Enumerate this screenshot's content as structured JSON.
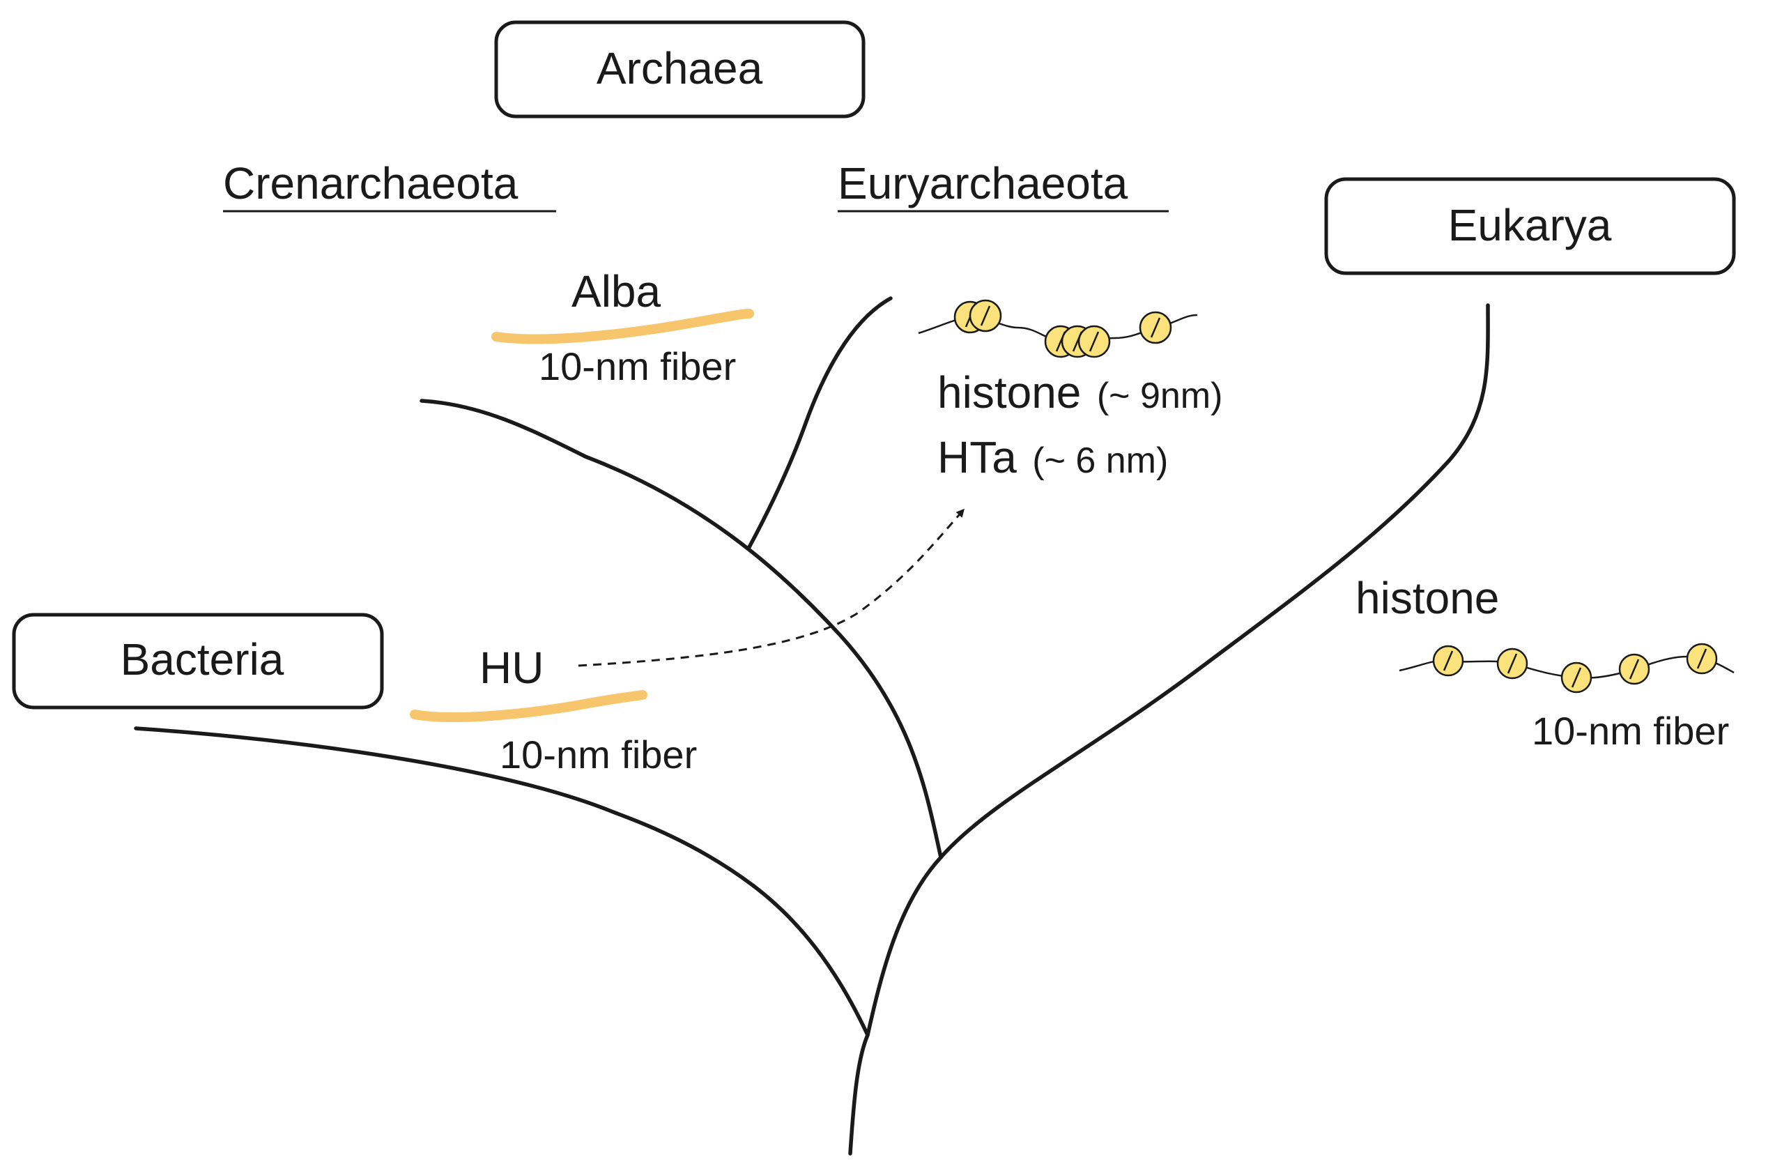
{
  "domains": {
    "archaea": "Archaea",
    "eukarya": "Eukarya",
    "bacteria": "Bacteria"
  },
  "phyla": {
    "crenarchaeota": "Crenarchaeota",
    "euryarchaeota": "Euryarchaeota"
  },
  "proteins": {
    "alba": {
      "name": "Alba",
      "fiber": "10-nm fiber"
    },
    "hu": {
      "name": "HU",
      "fiber": "10-nm fiber"
    },
    "archaeal_histone": {
      "name": "histone",
      "size": "(~ 9nm)"
    },
    "hta": {
      "name": "HTa",
      "size": "(~ 6 nm)"
    },
    "eukaryal_histone": {
      "name": "histone",
      "fiber": "10-nm fiber"
    }
  },
  "colors": {
    "fiber": "#f7c56c",
    "nucleosome": "#fbe27a",
    "line": "#1a1a1a"
  }
}
